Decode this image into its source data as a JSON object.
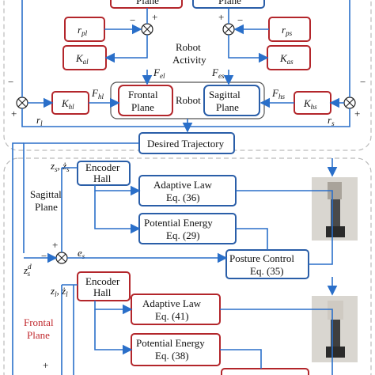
{
  "top": {
    "frontal_plane_top": "Plane",
    "sagittal_plane_top": "Plane",
    "r_pl": "r",
    "r_pl_sub": "pl",
    "r_ps": "r",
    "r_ps_sub": "ps",
    "k_al": "K",
    "k_al_sub": "al",
    "k_as": "K",
    "k_as_sub": "as",
    "robot_activity_1": "Robot",
    "robot_activity_2": "Activity",
    "f_el": "F",
    "f_el_sub": "el",
    "f_es": "F",
    "f_es_sub": "es",
    "k_hl": "K",
    "k_hl_sub": "hl",
    "f_hl": "F",
    "f_hl_sub": "hl",
    "f_hs": "F",
    "f_hs_sub": "hs",
    "k_hs": "K",
    "k_hs_sub": "hs",
    "frontal_1": "Frontal",
    "frontal_2": "Plane",
    "robot": "Robot",
    "sagittal_1": "Sagittal",
    "sagittal_2": "Plane",
    "r_l": "r",
    "r_l_sub": "l",
    "r_s": "r",
    "r_s_sub": "s",
    "desired_trajectory": "Desired Trajectory"
  },
  "signs": {
    "plus": "+",
    "minus": "−"
  },
  "sagittal": {
    "z_label": "z",
    "z_sub": "s",
    "z_dot_label": "ż",
    "encoder_1": "Encoder",
    "encoder_2": "Hall",
    "side_label_1": "Sagittal",
    "side_label_2": "Plane",
    "adaptive_1": "Adaptive Law",
    "adaptive_2": "Eq. (36)",
    "potential_1": "Potential Energy",
    "potential_2": "Eq. (29)",
    "posture_1": "Posture Control",
    "posture_2": "Eq. (35)",
    "e_s": "e",
    "e_s_sub": "s",
    "zd_label": "z",
    "zd_sub": "s",
    "zd_sup": "d"
  },
  "frontal": {
    "z_label": "z",
    "z_sub": "l",
    "encoder_1": "Encoder",
    "encoder_2": "Hall",
    "side_label_1": "Frontal",
    "side_label_2": "Plane",
    "adaptive_1": "Adaptive Law",
    "adaptive_2": "Eq. (41)",
    "potential_1": "Potential Energy",
    "potential_2": "Eq. (38)"
  },
  "colors": {
    "red": "#b3262b",
    "blue": "#2a5ea8",
    "line": "#2a6fc9"
  }
}
